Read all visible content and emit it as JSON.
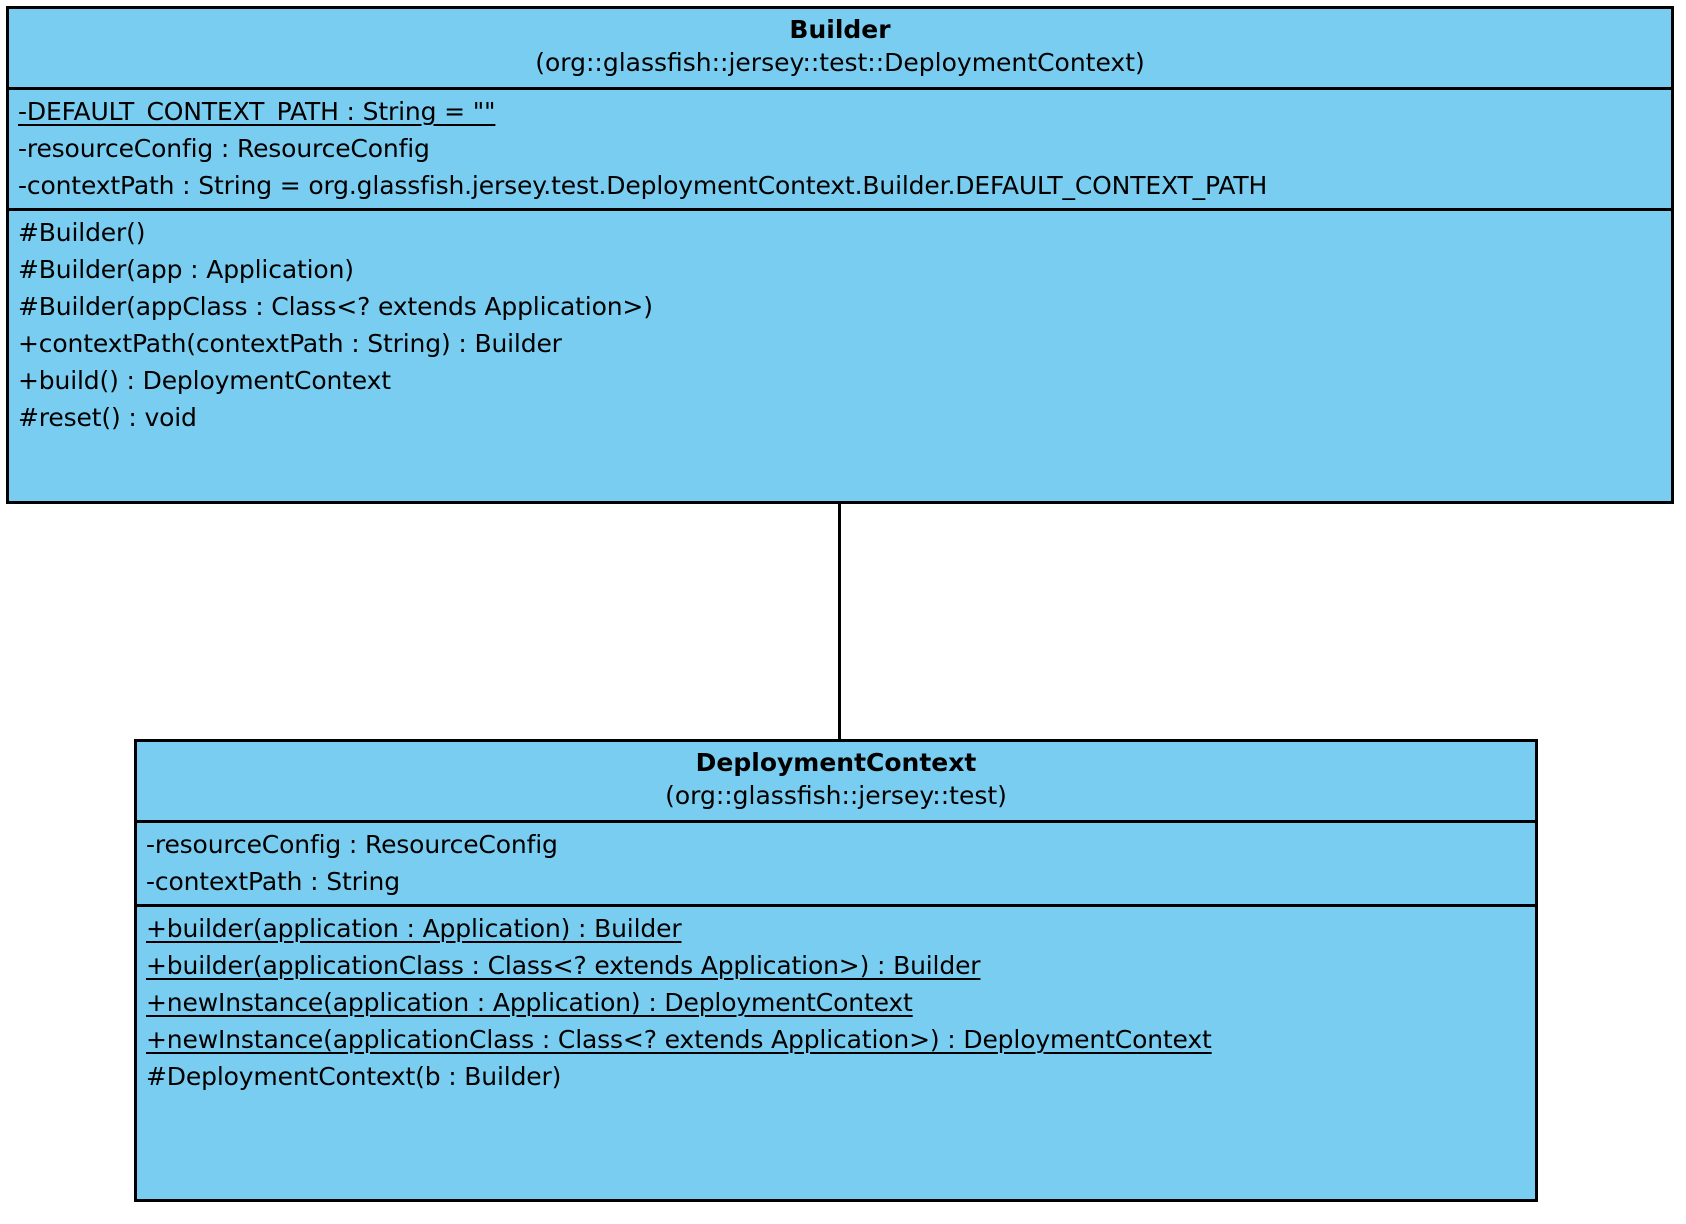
{
  "diagram": {
    "type": "uml-class-diagram",
    "title": "DeploymentContext nested Builder class diagram",
    "fill_color": "#79CDF0",
    "stroke_color": "#000000",
    "background_color": "#FFFFFF"
  },
  "classes": [
    {
      "id": "builder",
      "name": "Builder",
      "package": "(org::glassfish::jersey::test::DeploymentContext)",
      "attributes": [
        {
          "text": "-DEFAULT_CONTEXT_PATH : String = \"\"",
          "static": true
        },
        {
          "text": "-resourceConfig : ResourceConfig",
          "static": false
        },
        {
          "text": "-contextPath : String = org.glassfish.jersey.test.DeploymentContext.Builder.DEFAULT_CONTEXT_PATH",
          "static": false
        }
      ],
      "operations": [
        {
          "text": "#Builder()",
          "static": false
        },
        {
          "text": "#Builder(app : Application)",
          "static": false
        },
        {
          "text": "#Builder(appClass : Class<? extends Application>)",
          "static": false
        },
        {
          "text": "+contextPath(contextPath : String) : Builder",
          "static": false
        },
        {
          "text": "+build() : DeploymentContext",
          "static": false
        },
        {
          "text": "#reset() : void",
          "static": false
        }
      ]
    },
    {
      "id": "deployment-context",
      "name": "DeploymentContext",
      "package": "(org::glassfish::jersey::test)",
      "attributes": [
        {
          "text": "-resourceConfig : ResourceConfig",
          "static": false
        },
        {
          "text": "-contextPath : String",
          "static": false
        }
      ],
      "operations": [
        {
          "text": "+builder(application : Application) : Builder",
          "static": true
        },
        {
          "text": "+builder(applicationClass : Class<? extends Application>) : Builder",
          "static": true
        },
        {
          "text": "+newInstance(application : Application) : DeploymentContext",
          "static": true
        },
        {
          "text": "+newInstance(applicationClass : Class<? extends Application>) : DeploymentContext",
          "static": true
        },
        {
          "text": "#DeploymentContext(b : Builder)",
          "static": false
        }
      ]
    }
  ],
  "relationship": {
    "kind": "nested-class",
    "symbol": "circle-plus",
    "from": "DeploymentContext",
    "to": "Builder"
  }
}
